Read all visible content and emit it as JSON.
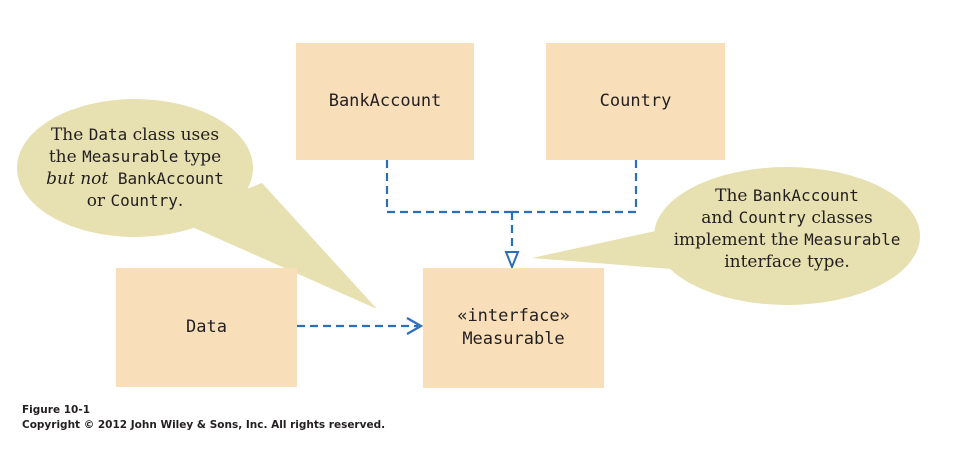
{
  "boxes": {
    "bankaccount": {
      "label": "BankAccount"
    },
    "country": {
      "label": "Country"
    },
    "data": {
      "label": "Data"
    },
    "measurable": {
      "stereotype": "«interface»",
      "label": "Measurable"
    }
  },
  "callout_left": {
    "line1_a": "The ",
    "line1_b": "Data",
    "line1_c": " class uses",
    "line2_a": "the ",
    "line2_b": "Measurable",
    "line2_c": " type",
    "line3_a": "but not",
    "line3_b": " BankAccount",
    "line4_a": "or ",
    "line4_b": "Country",
    "line4_c": "."
  },
  "callout_right": {
    "line1_a": "The ",
    "line1_b": "BankAccount",
    "line2_a": "and ",
    "line2_b": "Country",
    "line2_c": " classes",
    "line3_a": "implement the ",
    "line3_b": "Measurable",
    "line4": "interface type."
  },
  "caption": {
    "figure": "Figure 10-1",
    "copyright": "Copyright © 2012 John Wiley & Sons, Inc. All rights reserved."
  },
  "colors": {
    "box_fill": "#f8dfba",
    "callout_fill": "#e7e0b0",
    "arrow": "#2d6fb7",
    "text": "#231f20"
  }
}
